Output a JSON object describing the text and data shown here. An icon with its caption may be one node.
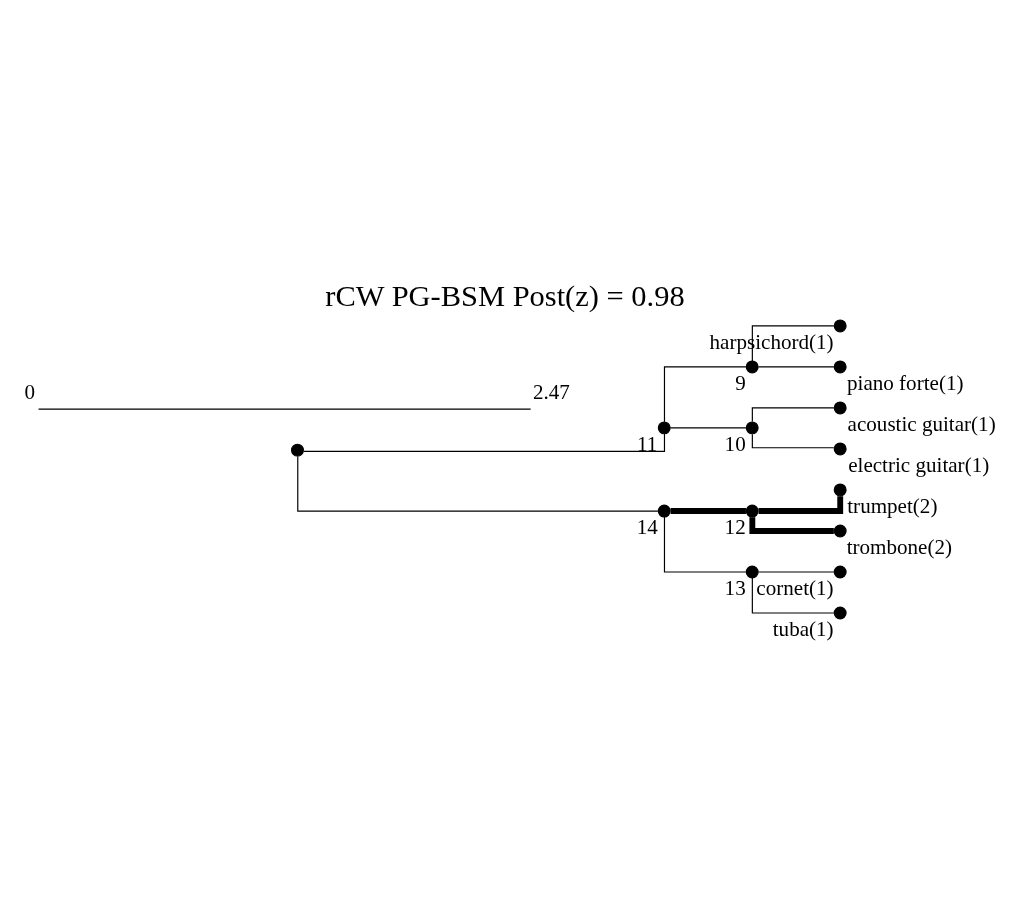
{
  "diagram": {
    "title": "rCW PG-BSM Post(z) = 0.98",
    "nodes": [
      {
        "text": [],
        "shape": "circle"
      },
      {
        "text": [],
        "shape": "circle",
        "beside": [
          "11"
        ]
      },
      {
        "text": [],
        "shape": "circle",
        "beside": [
          "9"
        ]
      },
      {
        "text": [],
        "shape": "circle",
        "beside": [
          "harpsichord(1)"
        ]
      },
      {
        "text": [],
        "shape": "circle",
        "beside": [
          "piano forte(1)"
        ]
      },
      {
        "text": [],
        "shape": "circle",
        "beside": [
          "10"
        ]
      },
      {
        "text": [],
        "shape": "circle",
        "beside": [
          "acoustic guitar(1)"
        ]
      },
      {
        "text": [],
        "shape": "circle",
        "beside": [
          "electric guitar(1)"
        ]
      },
      {
        "text": [],
        "shape": "circle",
        "beside": [
          "14"
        ]
      },
      {
        "text": [],
        "shape": "circle",
        "beside": [
          "12"
        ]
      },
      {
        "text": [],
        "shape": "circle",
        "beside": [
          "trumpet(2)"
        ]
      },
      {
        "text": [],
        "shape": "circle",
        "beside": [
          "trombone(2)"
        ]
      },
      {
        "text": [],
        "shape": "circle",
        "beside": [
          "13"
        ]
      },
      {
        "text": [],
        "shape": "circle",
        "beside": [
          "cornet(1)"
        ]
      },
      {
        "text": [],
        "shape": "circle",
        "beside": [
          "tuba(1)"
        ]
      }
    ],
    "edges": [
      {
        "from": 0,
        "to": 1,
        "arrow": "none"
      },
      {
        "from": 1,
        "to": 2,
        "arrow": "none"
      },
      {
        "from": 2,
        "to": 3,
        "arrow": "none"
      },
      {
        "from": 2,
        "to": 4,
        "arrow": "none"
      },
      {
        "from": 1,
        "to": 5,
        "arrow": "none"
      },
      {
        "from": 5,
        "to": 6,
        "arrow": "none"
      },
      {
        "from": 5,
        "to": 7,
        "arrow": "none"
      },
      {
        "from": 0,
        "to": 8,
        "arrow": "none"
      },
      {
        "from": 8,
        "to": 9,
        "arrow": "none",
        "style": "thick"
      },
      {
        "from": 9,
        "to": 10,
        "arrow": "none",
        "style": "thick"
      },
      {
        "from": 9,
        "to": 11,
        "arrow": "none",
        "style": "thick"
      },
      {
        "from": 8,
        "to": 12,
        "arrow": "none"
      },
      {
        "from": 12,
        "to": 13,
        "arrow": "none"
      },
      {
        "from": 12,
        "to": 14,
        "arrow": "none"
      }
    ],
    "labels": [
      "0",
      "2.47"
    ]
  }
}
